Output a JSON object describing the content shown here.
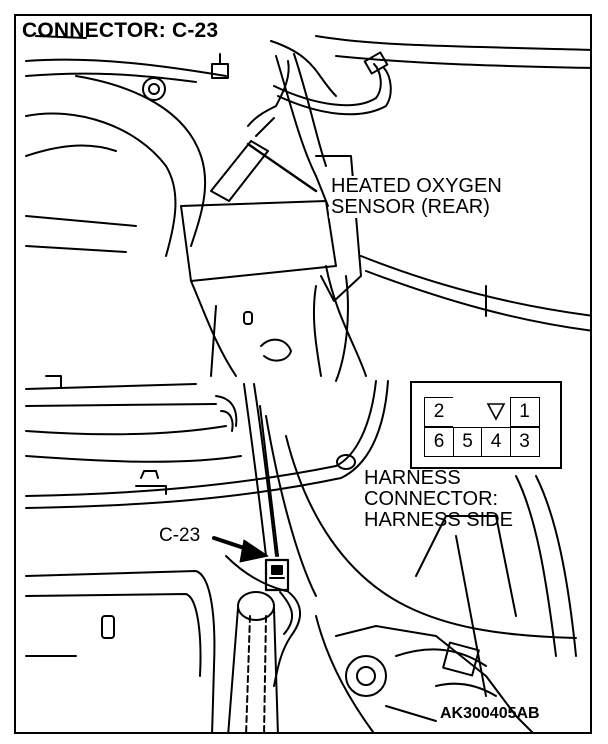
{
  "title": "CONNECTOR: C-23",
  "sensor_label": {
    "line1": "HEATED OXYGEN",
    "line2": "SENSOR (REAR)"
  },
  "harness_label": {
    "line1": "HARNESS",
    "line2": "CONNECTOR:",
    "line3": "HARNESS SIDE"
  },
  "connector_callout": "C-23",
  "figure_code": "AK300405AB",
  "pin_layout": {
    "top_row": [
      "2",
      "",
      "",
      "1"
    ],
    "bottom_row": [
      "6",
      "5",
      "4",
      "3"
    ],
    "lock_icon": "down-triangle-icon"
  }
}
